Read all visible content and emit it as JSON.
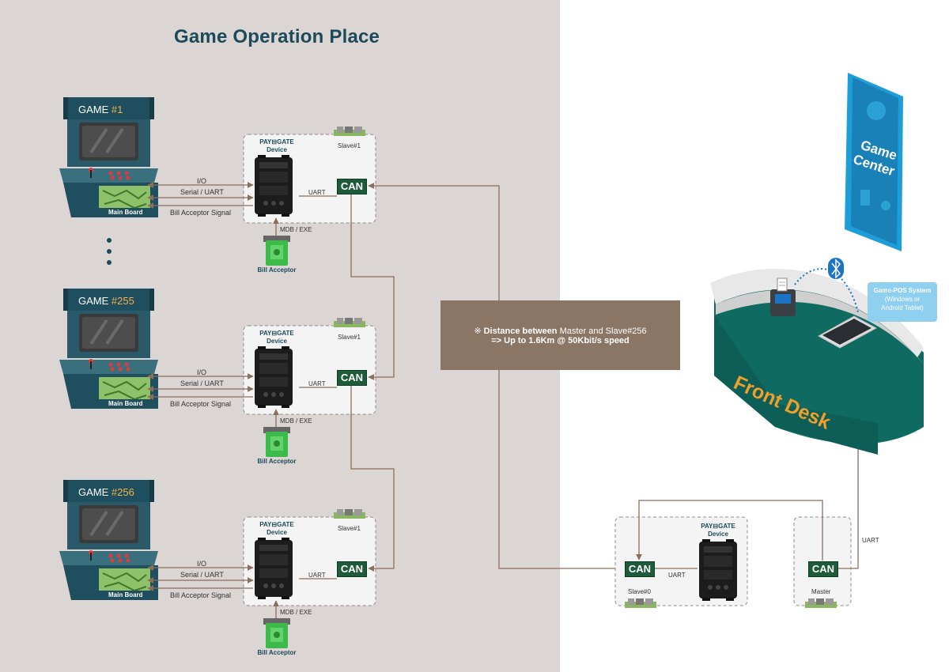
{
  "title": "Game Operation Place",
  "games": [
    {
      "prefix": "GAME ",
      "num": "#1"
    },
    {
      "prefix": "GAME ",
      "num": "#255"
    },
    {
      "prefix": "GAME ",
      "num": "#256"
    }
  ],
  "main_board_label": "Main Board",
  "signals": {
    "io": "I/O",
    "serial": "Serial / UART",
    "bill": "Bill Acceptor Signal"
  },
  "device": {
    "brand_line1": "PAY⊟GATE",
    "brand_line2": "Device"
  },
  "slave_labels": [
    "Slave#1",
    "Slave#1",
    "Slave#1"
  ],
  "can_label": "CAN",
  "uart_label": "UART",
  "mdb_label": "MDB / EXE",
  "bill_acceptor_label": "Bill Acceptor",
  "info": {
    "prefix": "※ ",
    "bold1": "Distance  between",
    "normal1": " Master and Slave#256",
    "line2": "=> Up to 1.6Km @ 50Kbit/s speed"
  },
  "game_center_label": "Game Center",
  "front_desk_label": "Front Desk",
  "pos": {
    "line1": "Game-POS System",
    "line2": "(Windows or",
    "line3": "Android Tablet)"
  },
  "slave0_label": "Slave#0",
  "master_label": "Master",
  "colors": {
    "left_bg": "#dbd5d4",
    "wire": "#8b6e5c",
    "can": "#1e5b3a",
    "cabinet": "#2a5a6a",
    "title": "#1d4a5a",
    "game_number": "#f0b24a",
    "desk": "#0f6b62",
    "bluetooth": "#1b74c4"
  }
}
